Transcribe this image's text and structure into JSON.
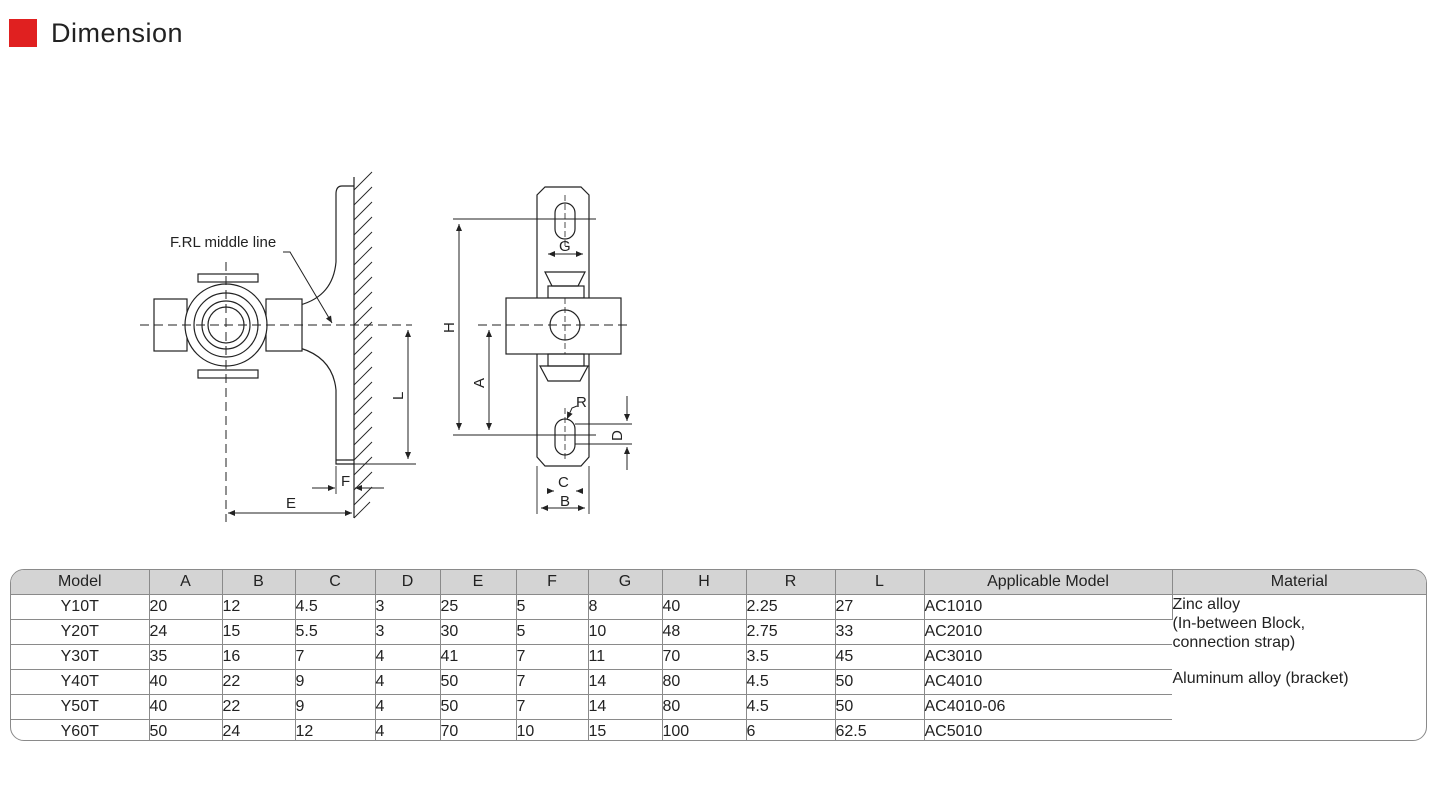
{
  "header": {
    "title": "Dimension",
    "accent_color": "#e02020"
  },
  "drawing": {
    "side_view": {
      "callout": "F.RL  middle line",
      "labels": {
        "L": "L",
        "F": "F",
        "E": "E"
      }
    },
    "front_view": {
      "labels": {
        "H": "H",
        "G": "G",
        "A": "A",
        "R": "R",
        "D": "D",
        "C": "C",
        "B": "B"
      }
    }
  },
  "table": {
    "headers": [
      "Model",
      "A",
      "B",
      "C",
      "D",
      "E",
      "F",
      "G",
      "H",
      "R",
      "L",
      "Applicable Model",
      "Material"
    ],
    "rows": [
      [
        "Y10T",
        "20",
        "12",
        "4.5",
        "3",
        "25",
        "5",
        "8",
        "40",
        "2.25",
        "27",
        "AC1010"
      ],
      [
        "Y20T",
        "24",
        "15",
        "5.5",
        "3",
        "30",
        "5",
        "10",
        "48",
        "2.75",
        "33",
        "AC2010"
      ],
      [
        "Y30T",
        "35",
        "16",
        "7",
        "4",
        "41",
        "7",
        "11",
        "70",
        "3.5",
        "45",
        "AC3010"
      ],
      [
        "Y40T",
        "40",
        "22",
        "9",
        "4",
        "50",
        "7",
        "14",
        "80",
        "4.5",
        "50",
        "AC4010"
      ],
      [
        "Y50T",
        "40",
        "22",
        "9",
        "4",
        "50",
        "7",
        "14",
        "80",
        "4.5",
        "50",
        "AC4010-06"
      ],
      [
        "Y60T",
        "50",
        "24",
        "12",
        "4",
        "70",
        "10",
        "15",
        "100",
        "6",
        "62.5",
        "AC5010"
      ]
    ],
    "material": {
      "zinc": "Zinc alloy\n(In-between Block,\nconnection strap)",
      "aluminum": "Aluminum alloy (bracket)"
    }
  }
}
